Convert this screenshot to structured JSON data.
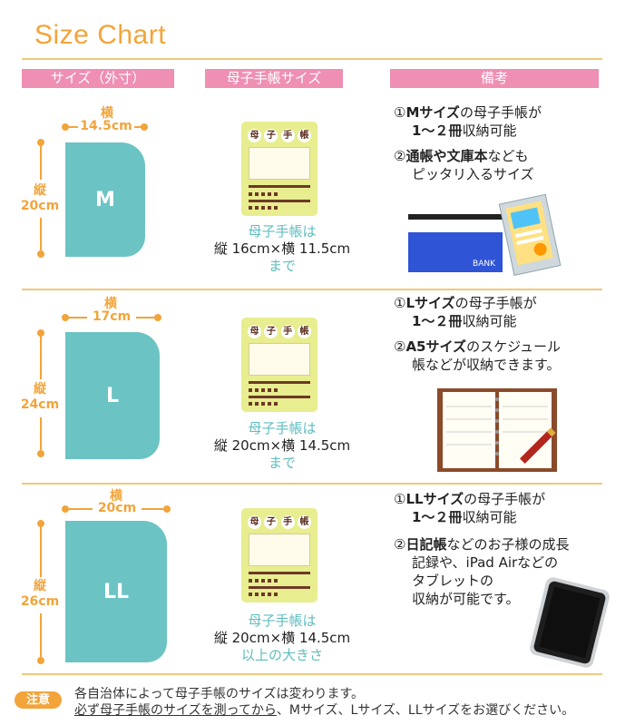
{
  "title": "Size Chart",
  "headers": [
    "サイズ（外寸）",
    "母子手帳サイズ",
    "備考"
  ],
  "book_title_chars": [
    "母",
    "子",
    "手",
    "帳"
  ],
  "rows": [
    {
      "size": "M",
      "width_label": "横",
      "width_value": "14.5cm",
      "height_label": "縦",
      "height_value": "20cm",
      "cap_line1": "母子手帳は",
      "cap_line2": "縦 16cm×横 11.5cm",
      "cap_line3": "まで",
      "note1_bold": "Mサイズ",
      "note1_rest": "の母子手帳が",
      "note1_line2_bold": "1～２冊",
      "note1_line2_rest": "収納可能",
      "note2_bold": "通帳や文庫本",
      "note2_rest": "なども",
      "note2_line2": "ピッタリ入るサイズ",
      "bank_label": "BANK"
    },
    {
      "size": "L",
      "width_label": "横",
      "width_value": "17cm",
      "height_label": "縦",
      "height_value": "24cm",
      "cap_line1": "母子手帳は",
      "cap_line2": "縦 20cm×横 14.5cm",
      "cap_line3": "まで",
      "note1_bold": "Lサイズ",
      "note1_rest": "の母子手帳が",
      "note1_line2_bold": "1～２冊",
      "note1_line2_rest": "収納可能",
      "note2_bold": "A5サイズ",
      "note2_rest": "のスケジュール",
      "note2_line2": "帳などが収納できます。"
    },
    {
      "size": "LL",
      "width_label": "横",
      "width_value": "20cm",
      "height_label": "縦",
      "height_value": "26cm",
      "cap_line1": "母子手帳は",
      "cap_line2": "縦 20cm×横 14.5cm",
      "cap_line3": "以上の大きさ",
      "note1_bold": "LLサイズ",
      "note1_rest": "の母子手帳が",
      "note1_line2_bold": "1～２冊",
      "note1_line2_rest": "収納可能",
      "note2_bold": "日記帳",
      "note2_rest": "などのお子様の成長",
      "note2_line2": "記録や、iPad Airなどの",
      "note2_line3": "タブレットの",
      "note2_line4": "収納が可能です。"
    }
  ],
  "caution_badge": "注意",
  "caution_line1": "各自治体によって母子手帳のサイズは変わります。",
  "caution_line2_u": "必ず母子手帳のサイズを測ってから",
  "caution_line2_rest": "、Mサイズ、Lサイズ、LLサイズをお選びください。",
  "colors": {
    "accent": "#f2a43a",
    "header_pink": "#ee8fb3",
    "cover_teal": "#6cc3c3",
    "book_yellow": "#e8ed8f"
  }
}
